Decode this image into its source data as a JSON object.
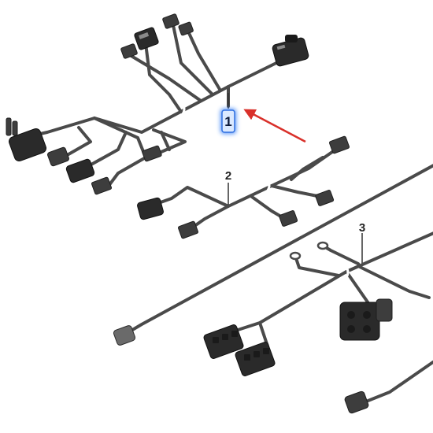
{
  "labels": {
    "harness_1": "1",
    "harness_2": "2",
    "harness_3": "3"
  },
  "colors": {
    "wire": "#4a4a4a",
    "connector": "#3d3d3d",
    "highlight_glow": "#3b82f6",
    "arrow": "#d9302a"
  },
  "icons": {
    "arrow": "red-arrow-icon"
  }
}
